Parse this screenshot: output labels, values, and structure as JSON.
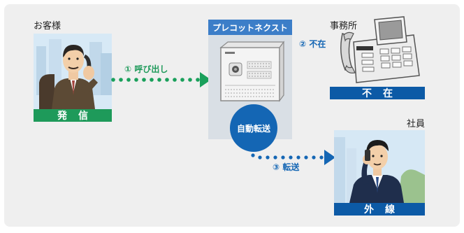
{
  "labels": {
    "customer": "お客様",
    "office": "事務所",
    "employee": "社員"
  },
  "device": {
    "title": "プレコットネクスト"
  },
  "bands": {
    "outgoing": "発信",
    "absent": "不在",
    "external": "外線"
  },
  "steps": {
    "call": "① 呼び出し",
    "absent": "② 不在",
    "transfer": "③ 転送"
  },
  "auto_transfer": "自動転送",
  "colors": {
    "green_band": "#1e9a5a",
    "green_dots": "#1aa05b",
    "blue_band": "#0c5aa6",
    "blue_accent": "#1466b4",
    "panel_gray": "#d9dfe5",
    "device_title_blue": "#3c7ec8",
    "background": "#efefef"
  },
  "icons": {
    "customer": "businessman-on-phone-icon",
    "device": "pbx-unit-icon",
    "office_phone": "office-telephone-icon",
    "employee": "employee-with-cellphone-icon"
  }
}
